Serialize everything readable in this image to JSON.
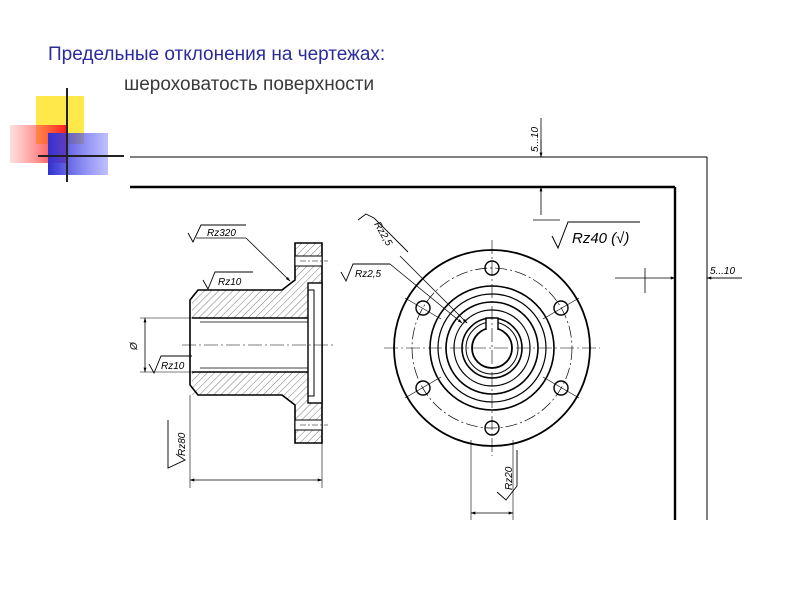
{
  "title": {
    "line1": "Предельные отклонения на чертежах:",
    "line2": "шероховатость поверхности"
  },
  "drawing": {
    "roughness_general": "Rz40 (√)",
    "labels": {
      "rz320": "Rz320",
      "rz10_top": "Rz10",
      "rz10_bore": "Rz10",
      "rz80": "Rz80",
      "rz25_a": "Rz2,5",
      "rz25_b": "Rz2,5",
      "rz20": "Rz20",
      "diameter": "Ø",
      "dim_top": "5...10",
      "dim_right": "5...10"
    }
  }
}
